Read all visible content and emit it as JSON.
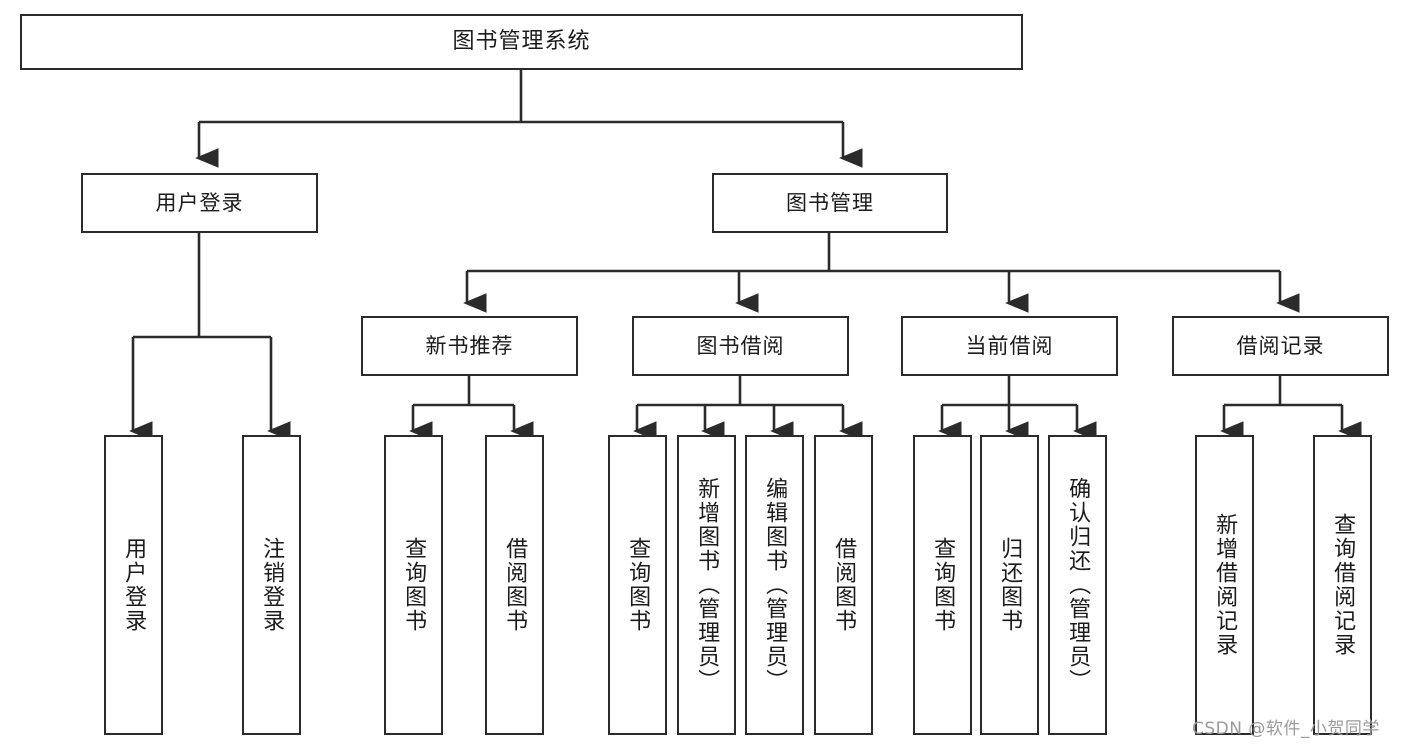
{
  "diagram": {
    "type": "tree-hierarchy",
    "title": "图书管理系统",
    "orientation": "top-down",
    "colors": {
      "box_border": "#2b2b2b",
      "box_fill": "#ffffff",
      "connector": "#2b2b2b",
      "text": "#1b1b1b",
      "watermark": "#9a9a9a"
    },
    "root": {
      "label": "图书管理系统"
    },
    "level2": [
      {
        "label": "用户登录"
      },
      {
        "label": "图书管理"
      }
    ],
    "level3": [
      {
        "label": "新书推荐"
      },
      {
        "label": "图书借阅"
      },
      {
        "label": "当前借阅"
      },
      {
        "label": "借阅记录"
      }
    ],
    "leaves": {
      "user_login": [
        {
          "label": "用户登录"
        },
        {
          "label": "注销登录"
        }
      ],
      "new_book": [
        {
          "label": "查询图书"
        },
        {
          "label": "借阅图书"
        }
      ],
      "book_borrow": [
        {
          "label": "查询图书"
        },
        {
          "label": "新增图书（管理员）"
        },
        {
          "label": "编辑图书（管理员）"
        },
        {
          "label": "借阅图书"
        }
      ],
      "current_borrow": [
        {
          "label": "查询图书"
        },
        {
          "label": "归还图书"
        },
        {
          "label": "确认归还（管理员）"
        }
      ],
      "borrow_record": [
        {
          "label": "新增借阅记录"
        },
        {
          "label": "查询借阅记录"
        }
      ]
    },
    "watermark": "CSDN @软件_小贺同学"
  }
}
